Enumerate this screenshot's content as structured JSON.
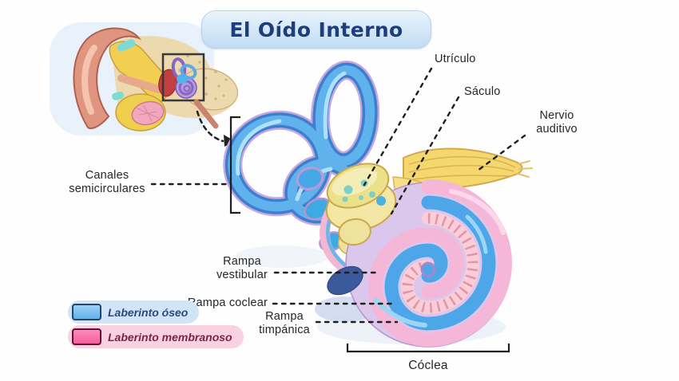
{
  "title": "El Oído Interno",
  "labels": {
    "utriculo": "Utrículo",
    "saculo": "Sáculo",
    "nervio_auditivo": "Nervio auditivo",
    "canales_semicirculares": "Canales semicirculares",
    "rampa_vestibular": "Rampa vestibular",
    "rampa_coclear": "Rampa coclear",
    "rampa_timpanica": "Rampa timpánica",
    "coclea": "Cóclea"
  },
  "legend": {
    "items": [
      {
        "label": "Laberinto óseo",
        "color": "#6db9ee"
      },
      {
        "label": "Laberinto membranoso",
        "color": "#f76ba6"
      }
    ]
  },
  "colors": {
    "title_text": "#1d3e7d",
    "bony_labyrinth_blue": "#5fb0ea",
    "membranous_pink": "#f55f9e",
    "cochlea_outer_pink": "#f5b7d8",
    "cochlea_blue": "#4da6e8",
    "cochlea_rib_pink": "#f9ced8",
    "nerve_yellow": "#f4d76d",
    "vestibule_yellow": "#ece089",
    "leader_line": "#1e1e1e"
  }
}
